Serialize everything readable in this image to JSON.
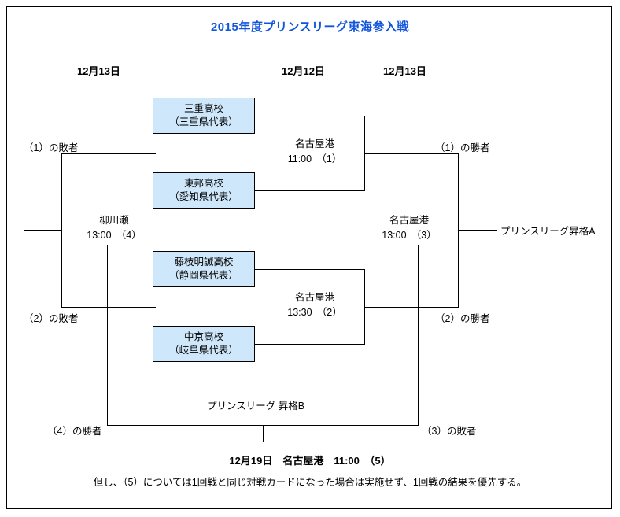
{
  "title": "2015年度プリンスリーグ東海参入戦",
  "date_headers": [
    {
      "label": "12月13日"
    },
    {
      "label": "12月12日"
    },
    {
      "label": "12月13日"
    }
  ],
  "teams": [
    {
      "name": "三重高校",
      "prefecture": "（三重県代表）"
    },
    {
      "name": "東邦高校",
      "prefecture": "（愛知県代表）"
    },
    {
      "name": "藤枝明誠高校",
      "prefecture": "（静岡県代表）"
    },
    {
      "name": "中京高校",
      "prefecture": "（岐阜県代表）"
    }
  ],
  "matches": [
    {
      "venue": "名古屋港",
      "time": "11:00　（1）"
    },
    {
      "venue": "名古屋港",
      "time": "13:30　（2）"
    },
    {
      "venue": "名古屋港",
      "time": "13:00　（3）"
    },
    {
      "venue": "柳川瀬",
      "time": "13:00　（4）"
    }
  ],
  "labels": {
    "loser1": "（1）の敗者",
    "loser2": "（2）の敗者",
    "winner1": "（1）の勝者",
    "winner2": "（2）の勝者",
    "winner4": "（4）の勝者",
    "loser3": "（3）の敗者",
    "promotion_a": "プリンスリーグ昇格A",
    "promotion_b": "プリンスリーグ 昇格B"
  },
  "footer": {
    "final_match": "12月19日　名古屋港　11:00　（5）",
    "note": "但し、（5）については1回戦と同じ対戦カードになった場合は実施せず、1回戦の結果を優先する。"
  },
  "colors": {
    "title": "#1155dd",
    "box_fill": "#cfe7fa",
    "line": "#000000"
  }
}
